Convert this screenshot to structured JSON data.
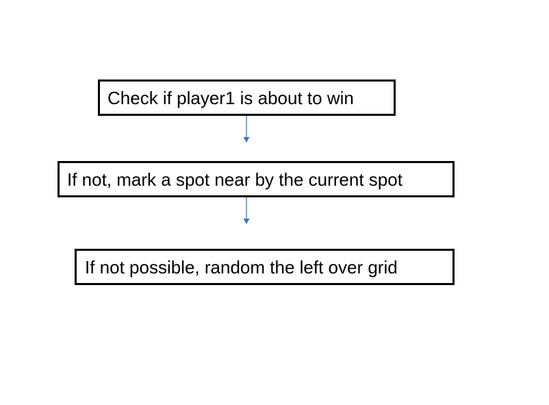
{
  "flowchart": {
    "steps": [
      {
        "text": "Check if player1 is about to win"
      },
      {
        "text": "If not, mark a spot near by the current spot"
      },
      {
        "text": "If not possible, random the left over grid"
      }
    ],
    "connector_color": "#4472c4",
    "box_border_color": "#000000",
    "text_color": "#000000",
    "background_color": "#ffffff"
  }
}
